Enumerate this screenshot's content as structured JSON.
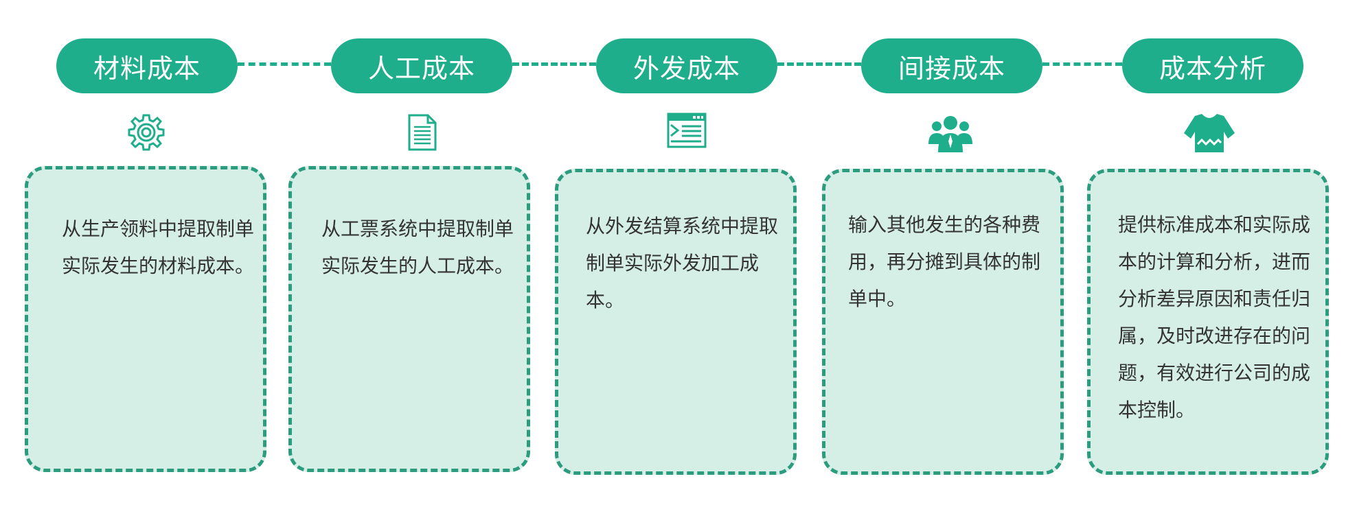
{
  "colors": {
    "accent": "#1fae8c",
    "card_fill": "#d5efe6",
    "card_border": "#2b9c7e",
    "text": "#333333"
  },
  "steps": [
    {
      "title": "材料成本",
      "icon": "gear-icon",
      "description": "从生产领料中提取制单实际发生的材料成本。"
    },
    {
      "title": "人工成本",
      "icon": "document-icon",
      "description": "从工票系统中提取制单实际发生的人工成本。"
    },
    {
      "title": "外发成本",
      "icon": "browser-window-icon",
      "description": "从外发结算系统中提取制单实际外发加工成本。"
    },
    {
      "title": "间接成本",
      "icon": "user-group-icon",
      "description": "输入其他发生的各种费用，再分摊到具体的制单中。"
    },
    {
      "title": "成本分析",
      "icon": "sweater-icon",
      "description": "提供标准成本和实际成本的计算和分析，进而分析差异原因和责任归属，及时改进存在的问题，有效进行公司的成本控制。"
    }
  ]
}
